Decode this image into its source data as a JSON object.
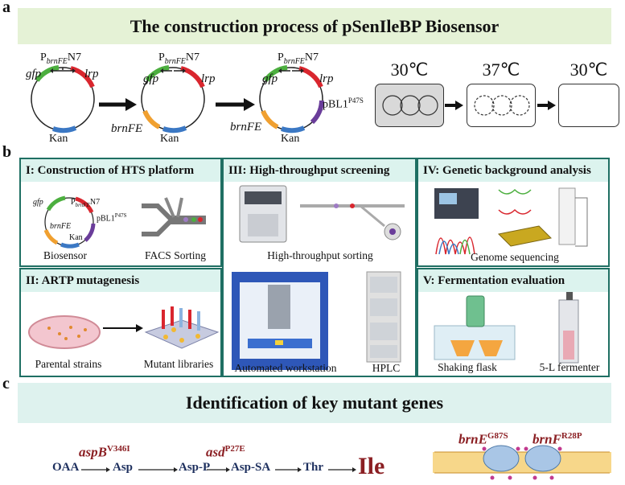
{
  "panels": {
    "a": "a",
    "b": "b",
    "c": "c"
  },
  "title_a": "The construction process of pSenIleBP  Biosensor",
  "plasmid": {
    "promoter_main": "P",
    "promoter_sub": "brnFE",
    "promoter_suffix": "N7",
    "gfp": "gfp",
    "lrp": "lrp",
    "kan": "Kan",
    "brnfe": "brnFE",
    "pbl": "pBL1",
    "pbl_sup": "P47S"
  },
  "temps": [
    "30℃",
    "37℃",
    "30℃"
  ],
  "boxes": {
    "i": {
      "title": "I: Construction of HTS platform",
      "cap1": "Biosensor",
      "cap2": "FACS Sorting"
    },
    "ii": {
      "title": "II: ARTP mutagenesis",
      "cap1": "Parental strains",
      "cap2": "Mutant libraries"
    },
    "iii": {
      "title": "III: High-throughput screening",
      "cap1": "High-throughput sorting",
      "cap2": "Automated workstation",
      "cap3": "HPLC"
    },
    "iv": {
      "title": "IV: Genetic background analysis",
      "cap1": "Genome sequencing"
    },
    "v": {
      "title": "V: Fermentation evaluation",
      "cap1": "Shaking flask",
      "cap2": "5-L fermenter"
    }
  },
  "title_c": "Identification of key mutant genes",
  "pathway": [
    "OAA",
    "Asp",
    "Asp-P",
    "Asp-SA",
    "Thr",
    "Ile"
  ],
  "mutations": {
    "aspb": "aspB",
    "aspb_sup": "V346I",
    "asd": "asd",
    "asd_sup": "P27E",
    "brne": "brnE",
    "brne_sup": "G87S",
    "brnf": "brnF",
    "brnf_sup": "R28P"
  },
  "colors": {
    "banner": "#e5f2d6",
    "box_border": "#1f6f63",
    "box_header": "#dcf3ee",
    "mutation_red": "#8b1f23",
    "pathway_blue": "#1d2f5e",
    "gfp_green": "#4caf3f",
    "lrp_red": "#d9262e",
    "kan_blue": "#3b78c4",
    "brnfe_orange": "#f0a030",
    "pbl_purple": "#6a3d9a"
  }
}
